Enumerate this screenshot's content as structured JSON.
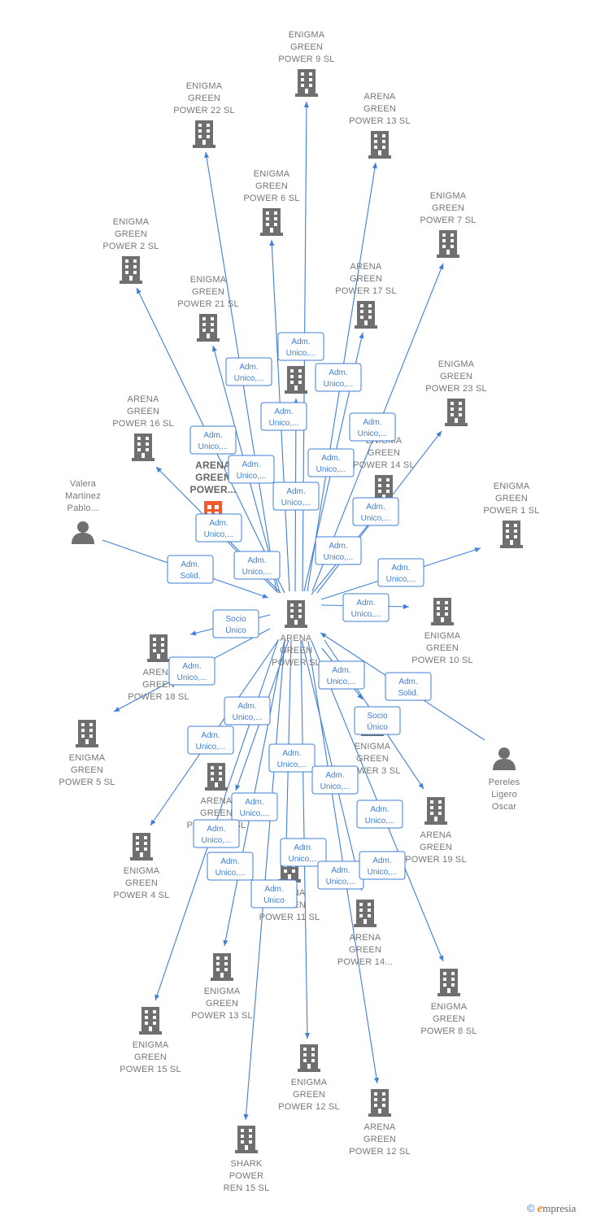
{
  "brand": {
    "copyright_symbol": "©",
    "logo_initial": "e",
    "logo_rest": "mpresia"
  },
  "colors": {
    "edge": "#3f7fd6",
    "building": "#6f6f6f",
    "highlight": "#ef5a2f",
    "person": "#707070"
  },
  "nodes": [
    {
      "id": "center",
      "type": "company",
      "lines": [
        "ARENA",
        "GREEN",
        "POWER SL"
      ]
    },
    {
      "id": "egp9",
      "type": "company",
      "lines": [
        "ENIGMA",
        "GREEN",
        "POWER 9 SL"
      ]
    },
    {
      "id": "egp22",
      "type": "company",
      "lines": [
        "ENIGMA",
        "GREEN",
        "POWER 22 SL"
      ]
    },
    {
      "id": "agp13t",
      "type": "company",
      "lines": [
        "ARENA",
        "GREEN",
        "POWER 13 SL"
      ]
    },
    {
      "id": "egp6",
      "type": "company",
      "lines": [
        "ENIGMA",
        "GREEN",
        "POWER 6 SL"
      ]
    },
    {
      "id": "egp7",
      "type": "company",
      "lines": [
        "ENIGMA",
        "GREEN",
        "POWER 7 SL"
      ]
    },
    {
      "id": "egp2",
      "type": "company",
      "lines": [
        "ENIGMA",
        "GREEN",
        "POWER 2 SL"
      ]
    },
    {
      "id": "egp21",
      "type": "company",
      "lines": [
        "ENIGMA",
        "GREEN",
        "POWER 21 SL"
      ]
    },
    {
      "id": "agp17",
      "type": "company",
      "lines": [
        "ARENA",
        "GREEN",
        "POWER 17 SL"
      ]
    },
    {
      "id": "enigma_mid",
      "type": "company",
      "lines": [
        "ENIGMA",
        "PO..."
      ]
    },
    {
      "id": "egp23",
      "type": "company",
      "lines": [
        "ENIGMA",
        "GREEN",
        "POWER 23 SL"
      ]
    },
    {
      "id": "agp16",
      "type": "company",
      "lines": [
        "ARENA",
        "GREEN",
        "POWER 16 SL"
      ]
    },
    {
      "id": "agp_hl",
      "type": "company_highlight",
      "lines": [
        "ARENA",
        "GREEN",
        "POWER..."
      ]
    },
    {
      "id": "egp14",
      "type": "company",
      "lines": [
        "ENIGMA",
        "GREEN",
        "POWER 14 SL"
      ]
    },
    {
      "id": "egp1",
      "type": "company",
      "lines": [
        "ENIGMA",
        "GREEN",
        "POWER 1 SL"
      ]
    },
    {
      "id": "valera",
      "type": "person",
      "lines": [
        "Valera",
        "Martinez",
        "Pablo..."
      ]
    },
    {
      "id": "egp10",
      "type": "company",
      "lines": [
        "ENIGMA",
        "GREEN",
        "POWER 10 SL"
      ]
    },
    {
      "id": "agp18",
      "type": "company",
      "lines": [
        "ARENA",
        "GREEN",
        "POWER 18 SL"
      ]
    },
    {
      "id": "egp5",
      "type": "company",
      "lines": [
        "ENIGMA",
        "GREEN",
        "POWER 5 SL"
      ]
    },
    {
      "id": "egp3",
      "type": "company",
      "lines": [
        "ENIGMA",
        "GREEN",
        "POWER 3 SL"
      ]
    },
    {
      "id": "pereles",
      "type": "person",
      "lines": [
        "Pereles",
        "Ligero",
        "Oscar"
      ]
    },
    {
      "id": "agp_mid",
      "type": "company",
      "lines": [
        "ARENA",
        "GREEN",
        "POWER ... SL"
      ]
    },
    {
      "id": "agp19",
      "type": "company",
      "lines": [
        "ARENA",
        "GREEN",
        "POWER 19 SL"
      ]
    },
    {
      "id": "egp4",
      "type": "company",
      "lines": [
        "ENIGMA",
        "GREEN",
        "POWER 4 SL"
      ]
    },
    {
      "id": "agp11",
      "type": "company",
      "lines": [
        "ARENA",
        "GREEN",
        "POWER 11 SL"
      ]
    },
    {
      "id": "agp14b",
      "type": "company",
      "lines": [
        "ARENA",
        "GREEN",
        "POWER 14..."
      ]
    },
    {
      "id": "egp13b",
      "type": "company",
      "lines": [
        "ENIGMA",
        "GREEN",
        "POWER 13 SL"
      ]
    },
    {
      "id": "egp8",
      "type": "company",
      "lines": [
        "ENIGMA",
        "GREEN",
        "POWER 8 SL"
      ]
    },
    {
      "id": "egp15",
      "type": "company",
      "lines": [
        "ENIGMA",
        "GREEN",
        "POWER 15 SL"
      ]
    },
    {
      "id": "egp12",
      "type": "company",
      "lines": [
        "ENIGMA",
        "GREEN",
        "POWER 12 SL"
      ]
    },
    {
      "id": "agp12",
      "type": "company",
      "lines": [
        "ARENA",
        "GREEN",
        "POWER 12 SL"
      ]
    },
    {
      "id": "shark",
      "type": "company",
      "lines": [
        "SHARK",
        "POWER",
        "REN 15 SL"
      ]
    }
  ],
  "edges": [
    {
      "from": "center",
      "to": "egp9"
    },
    {
      "from": "center",
      "to": "egp22"
    },
    {
      "from": "center",
      "to": "agp13t"
    },
    {
      "from": "center",
      "to": "egp6"
    },
    {
      "from": "center",
      "to": "egp7"
    },
    {
      "from": "center",
      "to": "egp2"
    },
    {
      "from": "center",
      "to": "egp21"
    },
    {
      "from": "center",
      "to": "agp17"
    },
    {
      "from": "center",
      "to": "enigma_mid"
    },
    {
      "from": "center",
      "to": "egp23"
    },
    {
      "from": "center",
      "to": "agp16"
    },
    {
      "from": "center",
      "to": "egp14"
    },
    {
      "from": "center",
      "to": "egp1"
    },
    {
      "from": "center",
      "to": "agp_hl"
    },
    {
      "from": "valera",
      "to": "center"
    },
    {
      "from": "center",
      "to": "egp10"
    },
    {
      "from": "center",
      "to": "agp18"
    },
    {
      "from": "center",
      "to": "egp5"
    },
    {
      "from": "center",
      "to": "egp3"
    },
    {
      "from": "pereles",
      "to": "center"
    },
    {
      "from": "center",
      "to": "agp19"
    },
    {
      "from": "center",
      "to": "egp4"
    },
    {
      "from": "center",
      "to": "agp11"
    },
    {
      "from": "center",
      "to": "agp14b"
    },
    {
      "from": "center",
      "to": "egp13b"
    },
    {
      "from": "center",
      "to": "egp8"
    },
    {
      "from": "center",
      "to": "egp15"
    },
    {
      "from": "center",
      "to": "egp12"
    },
    {
      "from": "center",
      "to": "agp12"
    },
    {
      "from": "center",
      "to": "shark"
    },
    {
      "from": "center",
      "to": "agp_mid"
    }
  ],
  "relation_labels": [
    {
      "lines": [
        "Adm.",
        "Unico,..."
      ]
    },
    {
      "lines": [
        "Adm.",
        "Unico,..."
      ]
    },
    {
      "lines": [
        "Adm.",
        "Unico,..."
      ]
    },
    {
      "lines": [
        "Adm.",
        "Unico,..."
      ]
    },
    {
      "lines": [
        "Adm.",
        "Unico,..."
      ]
    },
    {
      "lines": [
        "Adm.",
        "Unico,..."
      ]
    },
    {
      "lines": [
        "Adm.",
        "Unico,..."
      ]
    },
    {
      "lines": [
        "Adm.",
        "Unico,..."
      ]
    },
    {
      "lines": [
        "Adm.",
        "Unico,..."
      ]
    },
    {
      "lines": [
        "Adm.",
        "Unico,..."
      ]
    },
    {
      "lines": [
        "Adm.",
        "Unico,..."
      ]
    },
    {
      "lines": [
        "Adm.",
        "Unico,..."
      ]
    },
    {
      "lines": [
        "Adm.",
        "Unico,..."
      ]
    },
    {
      "lines": [
        "Adm.",
        "Unico,..."
      ]
    },
    {
      "lines": [
        "Adm.",
        "Solid."
      ]
    },
    {
      "lines": [
        "Adm.",
        "Unico,..."
      ]
    },
    {
      "lines": [
        "Socio",
        "Único"
      ]
    },
    {
      "lines": [
        "Adm.",
        "Unico,..."
      ]
    },
    {
      "lines": [
        "Adm.",
        "Unico,..."
      ]
    },
    {
      "lines": [
        "Adm.",
        "Solid."
      ]
    },
    {
      "lines": [
        "Socio",
        "Único"
      ]
    },
    {
      "lines": [
        "Adm.",
        "Unico,..."
      ]
    },
    {
      "lines": [
        "Adm.",
        "Unico,..."
      ]
    },
    {
      "lines": [
        "Adm.",
        "Unico,..."
      ]
    },
    {
      "lines": [
        "Adm.",
        "Unico,..."
      ]
    },
    {
      "lines": [
        "Adm.",
        "Unico,..."
      ]
    },
    {
      "lines": [
        "Adm.",
        "Unico,..."
      ]
    },
    {
      "lines": [
        "Adm.",
        "Unico,..."
      ]
    },
    {
      "lines": [
        "Adm.",
        "Unico,..."
      ]
    },
    {
      "lines": [
        "Adm.",
        "Unico"
      ]
    },
    {
      "lines": [
        "Adm.",
        "Unico,..."
      ]
    },
    {
      "lines": [
        "Adm.",
        "Unico,..."
      ]
    },
    {
      "lines": [
        "Adm.",
        "Unico,..."
      ]
    }
  ]
}
